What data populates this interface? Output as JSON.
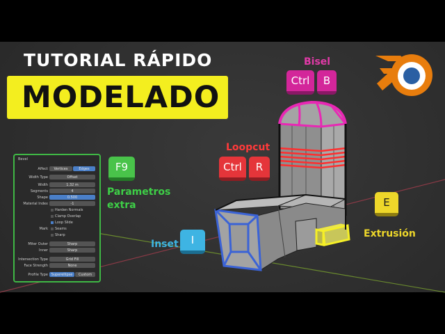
{
  "header": {
    "tutorial": "TUTORIAL  RÁPIDO",
    "banner": "MODELADO"
  },
  "colors": {
    "banner": "#f3ee1f",
    "bevel": "#e828b4",
    "loopcut": "#ff2e2e",
    "extrude": "#f5ef27",
    "inset": "#3b63d6",
    "panel_border": "#3fb845",
    "axis_x": "#8a3a46",
    "axis_y": "#6a8a2e"
  },
  "logo": {
    "icon": "blender-logo-icon"
  },
  "bisel": {
    "label": "Bisel",
    "keys": [
      "Ctrl",
      "B"
    ]
  },
  "loopcut": {
    "label": "Loopcut",
    "keys": [
      "Ctrl",
      "R"
    ]
  },
  "f9": {
    "key": "F9",
    "label_line1": "Parametros",
    "label_line2": "extra"
  },
  "inset": {
    "label": "Inset",
    "key": "I"
  },
  "extrusion": {
    "label": "Extrusión",
    "key": "E"
  },
  "panel": {
    "title": "Bevel",
    "affect_label": "Affect",
    "affect_options": [
      "Vertices",
      "Edges"
    ],
    "width_type_label": "Width Type",
    "width_type": "Offset",
    "width_label": "Width",
    "width": "1.32 m",
    "segments_label": "Segments",
    "segments": "4",
    "shape_label": "Shape",
    "shape": "0.500",
    "material_label": "Material Index",
    "material": "-1",
    "harden_normals": "Harden Normals",
    "clamp_overlap": "Clamp Overlap",
    "loop_slide": "Loop Slide",
    "mark_label": "Mark",
    "seams": "Seams",
    "sharp_chk": "Sharp",
    "miter_outer_label": "Miter Outer",
    "miter_outer": "Sharp",
    "inner_label": "Inner",
    "inner": "Sharp",
    "intersection_label": "Intersection Type",
    "intersection": "Grid Fill",
    "face_strength_label": "Face Strength",
    "face_strength": "None",
    "profile_type_label": "Profile Type",
    "profile_options": [
      "Superellipse",
      "Custom"
    ]
  }
}
